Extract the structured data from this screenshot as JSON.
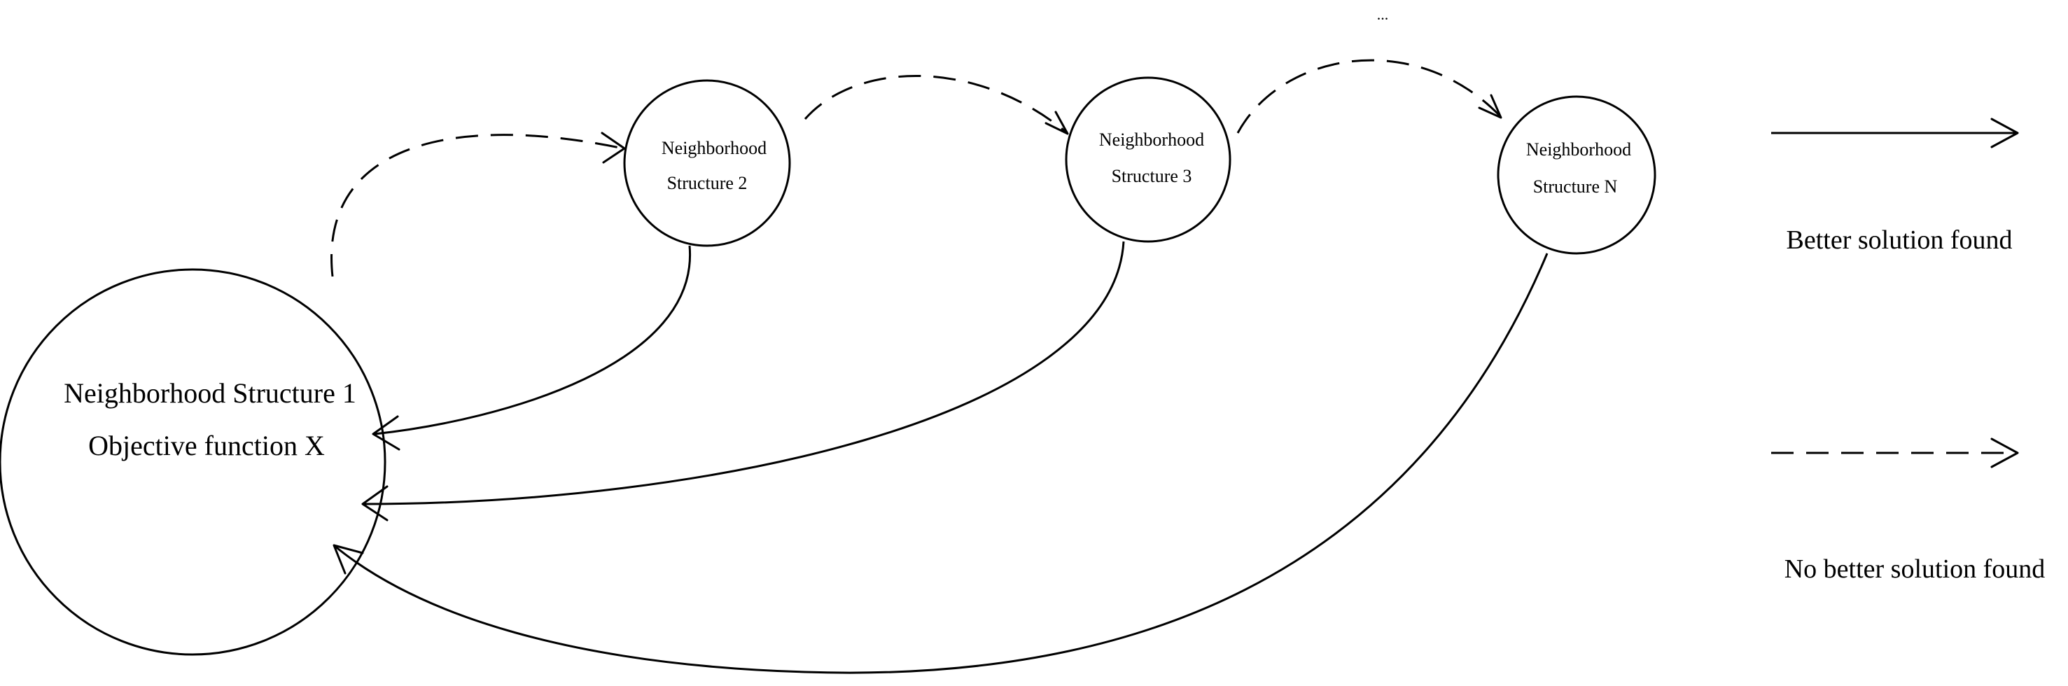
{
  "nodes": {
    "n1": {
      "line1": "Neighborhood Structure 1",
      "line2": "Objective function X"
    },
    "n2": {
      "line1": "Neighborhood",
      "line2": "Structure 2"
    },
    "n3": {
      "line1": "Neighborhood",
      "line2": "Structure 3"
    },
    "nN": {
      "line1": "Neighborhood",
      "line2": "Structure N"
    }
  },
  "ellipsis": "...",
  "legend": {
    "solid_label": "Better solution found",
    "dashed_label": "No better solution found"
  }
}
